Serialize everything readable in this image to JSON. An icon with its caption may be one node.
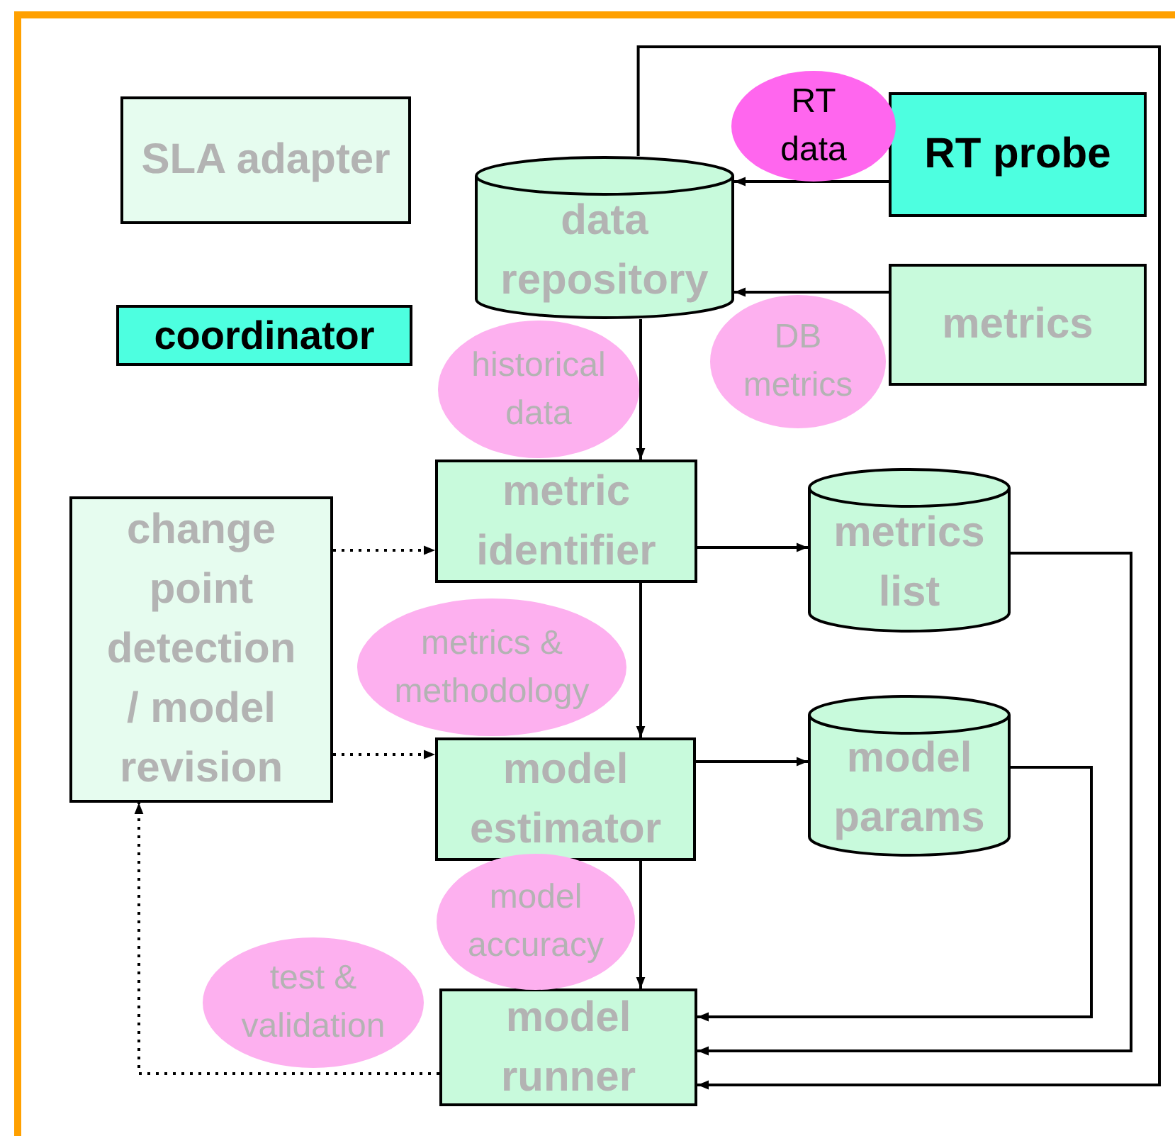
{
  "diagram": {
    "nodes": [
      {
        "text": [
          "SLA adapter"
        ]
      },
      {
        "text": [
          "coordinator"
        ]
      },
      {
        "text": [
          "data repository"
        ]
      },
      {
        "text": [
          "RT probe"
        ]
      },
      {
        "text": [
          "metrics"
        ]
      },
      {
        "text": [
          "change point detection / model revision"
        ]
      },
      {
        "text": [
          "metric identifier"
        ]
      },
      {
        "text": [
          "metrics list"
        ]
      },
      {
        "text": [
          "model estimator"
        ]
      },
      {
        "text": [
          "model params"
        ]
      },
      {
        "text": [
          "model runner"
        ]
      }
    ],
    "edges": [
      {
        "from": 3,
        "to": 2,
        "arrow": "to",
        "label": "RT data"
      },
      {
        "from": 4,
        "to": 2,
        "arrow": "to",
        "label": "DB metrics"
      },
      {
        "from": 2,
        "to": 6,
        "arrow": "to",
        "label": "historical data"
      },
      {
        "from": 6,
        "to": 7,
        "arrow": "to"
      },
      {
        "from": 6,
        "to": 8,
        "arrow": "to",
        "label": "metrics & methodology"
      },
      {
        "from": 5,
        "to": 6,
        "arrow": "to",
        "style": "dashed"
      },
      {
        "from": 5,
        "to": 8,
        "arrow": "to",
        "style": "dashed"
      },
      {
        "from": 8,
        "to": 9,
        "arrow": "to"
      },
      {
        "from": 8,
        "to": 10,
        "arrow": "to",
        "label": "model accuracy"
      },
      {
        "from": 9,
        "to": 10,
        "arrow": "to"
      },
      {
        "from": 7,
        "to": 10,
        "arrow": "to"
      },
      {
        "from": 2,
        "to": 10,
        "arrow": "to"
      },
      {
        "from": 10,
        "to": 5,
        "arrow": "to",
        "style": "dashed",
        "label": "test & validation"
      }
    ]
  }
}
